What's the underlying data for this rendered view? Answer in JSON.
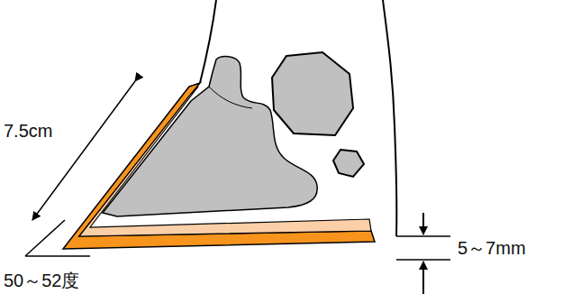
{
  "diagram": {
    "labels": [
      "7.5cm",
      "50～52度",
      "5～7mm"
    ]
  }
}
